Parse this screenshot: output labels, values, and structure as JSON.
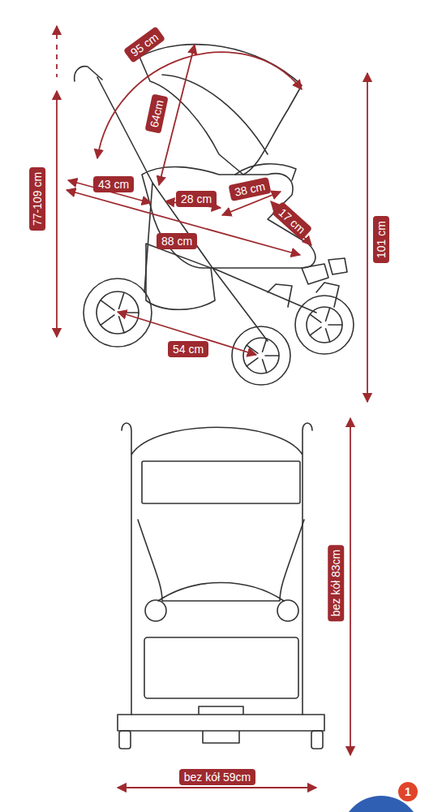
{
  "diagram": {
    "labels": [
      "95 cm",
      "64cm",
      "77-109 cm",
      "43 cm",
      "28 cm",
      "38 cm",
      "17 cm",
      "88 cm",
      "101 cm",
      "54 cm",
      "bez kół 83cm",
      "bez kół 59cm",
      "1"
    ]
  }
}
